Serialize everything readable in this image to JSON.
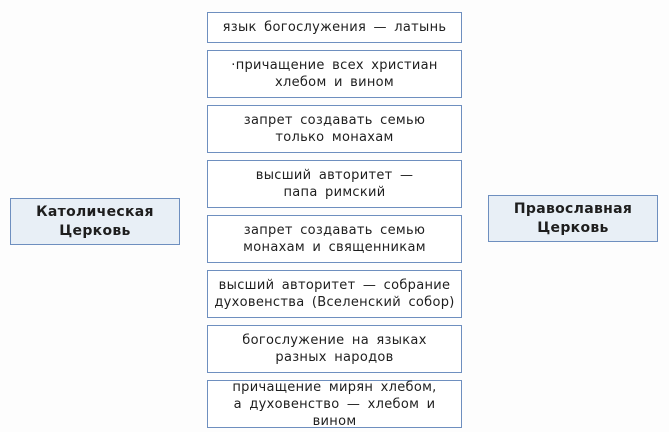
{
  "catholic": {
    "line1": "Католическая",
    "line2": "Церковь"
  },
  "orthodox": {
    "line1": "Православная",
    "line2": "Церковь"
  },
  "features": [
    {
      "line1": "язык богослужения — латынь",
      "line2": ""
    },
    {
      "line1": "·причащение всех христиан",
      "line2": "хлебом и вином"
    },
    {
      "line1": "запрет создавать семью",
      "line2": "только монахам"
    },
    {
      "line1": "высший авторитет —",
      "line2": "папа римский"
    },
    {
      "line1": "запрет создавать семью",
      "line2": "монахам и священникам"
    },
    {
      "line1": "высший авторитет — собрание",
      "line2": "духовенства (Вселенский собор)"
    },
    {
      "line1": "богослужение на языках",
      "line2": "разных народов"
    },
    {
      "line1": "причащение мирян хлебом,",
      "line2": "а духовенство — хлебом и вином"
    }
  ]
}
